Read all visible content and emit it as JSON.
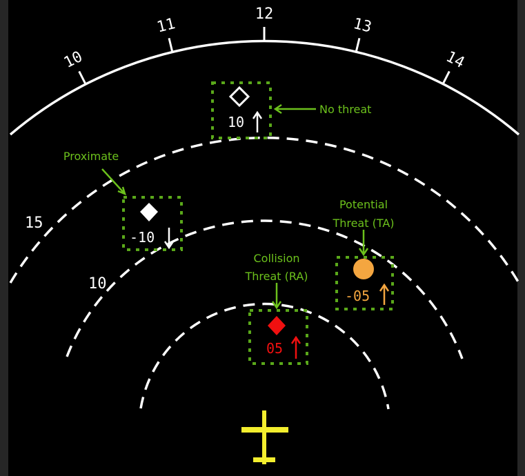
{
  "clock_labels": [
    "10",
    "11",
    "12",
    "13",
    "14"
  ],
  "range_labels": {
    "outer": "15",
    "middle": "10"
  },
  "annotations": {
    "no_threat": "No threat",
    "proximate": "Proximate",
    "potential_line1": "Potential",
    "potential_line2": "Threat (TA)",
    "collision_line1": "Collision",
    "collision_line2": "Threat (RA)"
  },
  "targets": {
    "no_threat": {
      "altitude": "10",
      "trend": "climbing"
    },
    "proximate": {
      "altitude": "-10",
      "trend": "descending"
    },
    "traffic_advisory": {
      "altitude": "-05",
      "trend": "climbing"
    },
    "resolution_advisory": {
      "altitude": "05",
      "trend": "climbing"
    }
  },
  "colors": {
    "annotation": "#6cc11c",
    "box": "#5aa81a",
    "ta": "#f4a640",
    "ra": "#f01010",
    "own_aircraft": "#f3ee2e",
    "white": "#ffffff"
  }
}
